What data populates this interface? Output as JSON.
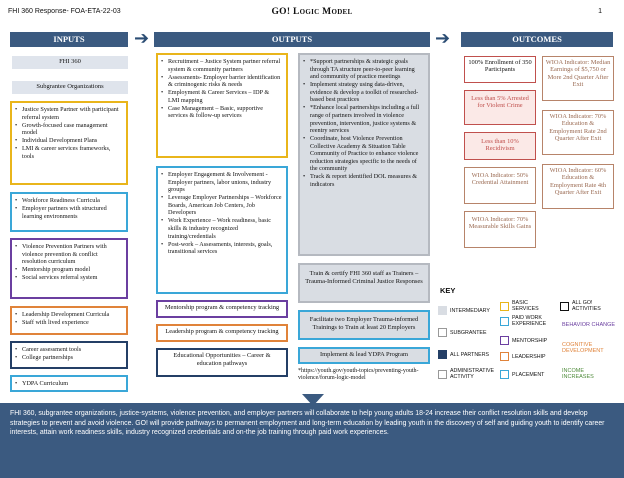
{
  "header": {
    "left": "FHI 360 Response- FOA-ETA-22-03",
    "title": "GO! Logic Model",
    "page": "1"
  },
  "banners": {
    "inputs": "INPUTS",
    "outputs": "OUTPUTS",
    "outcomes": "OUTCOMES"
  },
  "inputs": {
    "pills": [
      "FHI 360",
      "Subgrantee Organizations"
    ],
    "groups": [
      {
        "color": "yellow",
        "items": [
          "Justice System Partner with participant referral system",
          "Growth-focused case management model",
          "Individual Development Plans",
          "LMI & career services frameworks, tools"
        ]
      },
      {
        "color": "blue",
        "items": [
          "Workforce Readiness Curricula",
          "Employer partners with structured learning environments"
        ]
      },
      {
        "color": "purple",
        "items": [
          "Violence Prevention Partners with violence prevention & conflict resolution curriculum",
          "Mentorship program model",
          "Social services referral system"
        ]
      },
      {
        "color": "orange",
        "items": [
          "Leadership Development Curricula",
          "Staff with lived experience"
        ]
      },
      {
        "color": "navy",
        "items": [
          "Career assessment tools",
          "College partnerships"
        ]
      },
      {
        "color": "blue",
        "items": [
          "YDPA Curriculum"
        ]
      }
    ]
  },
  "outputs": {
    "col1_yellow": [
      "Recruitment – Justice System partner referral system & community partners",
      "Assessments- Employer barrier identification & criminogenic risks & needs",
      "Employment & Career Services – IDP & LMI mapping",
      "Case Management – Basic, supportive services & follow-up services"
    ],
    "col1_blue": [
      "Employer Engagement & Involvement - Employer partners, labor unions, industry groups",
      "Leverage Employer Partnerships – Workforce Boards, American Job Centers, Job Developers",
      "Work Experience – Work readiness, basic skills & industry recognized training/credentials",
      "Post-work – Assessments, interests, goals, transitional services"
    ],
    "col1_singles": [
      "Mentorship program & competency tracking",
      "Leadership program & competency tracking",
      "Educational Opportunities – Career & education pathways"
    ],
    "col2_gray": [
      "*Support partnerships & strategic goals through TA structure peer-to-peer learning and community of practice meetings",
      "Implement strategy using data-driven, evidence & develop a toolkit of researched-based best practices",
      "*Enhance local partnerships including a full range of partners involved in violence prevention, intervention, justice systems & reentry services",
      "Coordinate, host Violence Prevention Collective Academy & Situation Table Community of Practice to enhance violence reduction strategies specific to the needs of the community",
      "Track & report identified DOL measures & indicators"
    ],
    "col2_singles": [
      "Train & certify FHI 360 staff as Trainers – Trauma-Informed Criminal Justice Responses",
      "Facilitate two Employer Trauma-informed Trainings to Train at least 20 Employers",
      "Implement & lead YDPA Program"
    ],
    "url_note": "*https://youth.gov/youth-topics/preventing-youth-violence/forum-logic-model"
  },
  "outcomes": {
    "left": [
      "100% Enrollment of 350 Participants",
      "Less than 5% Arrested for Violent Crime",
      "Less than 10% Recidivism",
      "WIOA Indicator: 50% Credential Attainment",
      "WIOA Indicator: 70% Measurable Skills Gains"
    ],
    "right": [
      "WIOA Indicator: Median Earnings of $5,750 or More 2nd Quarter After Exit",
      "WIOA Indicator: 70% Education & Employment Rate 2nd Quarter After Exit",
      "WIOA Indicator: 60% Education & Employment Rate 4th Quarter After Exit"
    ]
  },
  "key": {
    "title": "KEY",
    "items": [
      {
        "label": "INTERMEDIARY",
        "color": "#d9dde3"
      },
      {
        "label": "SUBGRANTEE",
        "color": "#ffffff"
      },
      {
        "label": "ALL PARTNERS",
        "color": "#243f66"
      },
      {
        "label": "ADMINISTRATIVE ACTIVITY",
        "color": "#ffffff"
      },
      {
        "label": "BASIC SERVICES",
        "color": "#e9b51b"
      },
      {
        "label": "PAID WORK EXPERIENCE",
        "color": "#3aa7d8"
      },
      {
        "label": "MENTORSHIP",
        "color": "#6b3fa0"
      },
      {
        "label": "LEADERSHIP",
        "color": "#e0833a"
      },
      {
        "label": "PLACEMENT",
        "color": "#3aa7d8"
      },
      {
        "label": "ALL GO! ACTIVITIES",
        "color": "#111111"
      }
    ],
    "texts": [
      {
        "label": "BEHAVIOR CHANGE",
        "color": "#6b3fa0"
      },
      {
        "label": "COGNITIVE DEVELOPMENT",
        "color": "#e0833a"
      },
      {
        "label": "INCOME INCREASES",
        "color": "#4e8b3a"
      }
    ]
  },
  "footer": "FHI 360, subgrantee organizations, justice-systems, violence prevention, and employer partners will collaborate to help young adults 18-24 increase their conflict resolution skills and develop strategies to prevent and avoid violence. GO! will provide pathways to permanent employment and long-term education by leading youth in the discovery of self and guiding youth to identify career interests, attain work readiness skills, industry recognized credentials and on-the job training through paid work experiences."
}
